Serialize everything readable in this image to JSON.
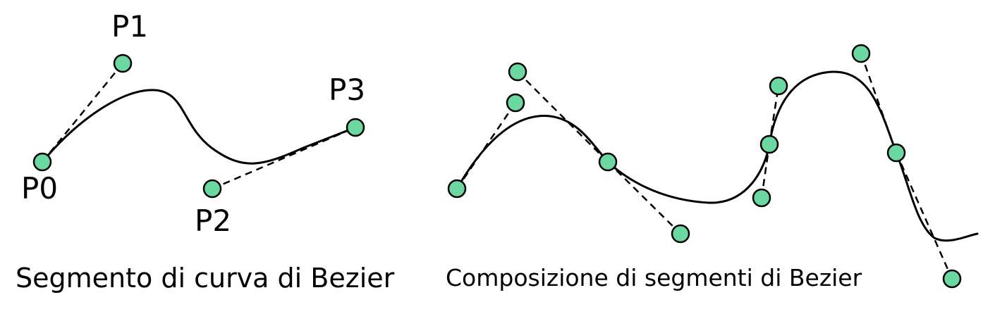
{
  "colors": {
    "control_point_fill": "#6ad8a0",
    "stroke": "#000000"
  },
  "left_panel": {
    "caption": "Segmento di curva di Bezier",
    "point_labels": {
      "p0": "P0",
      "p1": "P1",
      "p2": "P2",
      "p3": "P3"
    }
  },
  "right_panel": {
    "caption": "Composizione di segmenti di Bezier"
  }
}
